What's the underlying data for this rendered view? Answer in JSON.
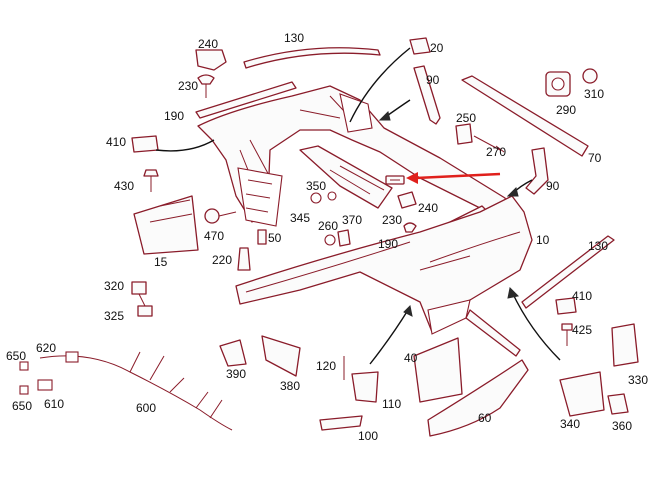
{
  "highlight_color": "#e0201c",
  "part_color": "#8a1c2a",
  "callouts": [
    {
      "id": "240a",
      "text": "240"
    },
    {
      "id": "130a",
      "text": "130"
    },
    {
      "id": "20",
      "text": "20"
    },
    {
      "id": "90a",
      "text": "90"
    },
    {
      "id": "290",
      "text": "290"
    },
    {
      "id": "310",
      "text": "310"
    },
    {
      "id": "230a",
      "text": "230"
    },
    {
      "id": "190a",
      "text": "190"
    },
    {
      "id": "250",
      "text": "250"
    },
    {
      "id": "270",
      "text": "270"
    },
    {
      "id": "70",
      "text": "70"
    },
    {
      "id": "410a",
      "text": "410"
    },
    {
      "id": "90b",
      "text": "90"
    },
    {
      "id": "430",
      "text": "430"
    },
    {
      "id": "350",
      "text": "350"
    },
    {
      "id": "345",
      "text": "345"
    },
    {
      "id": "240b",
      "text": "240"
    },
    {
      "id": "230b",
      "text": "230"
    },
    {
      "id": "370",
      "text": "370"
    },
    {
      "id": "260",
      "text": "260"
    },
    {
      "id": "470",
      "text": "470"
    },
    {
      "id": "50",
      "text": "50"
    },
    {
      "id": "190b",
      "text": "190"
    },
    {
      "id": "10",
      "text": "10"
    },
    {
      "id": "130b",
      "text": "130"
    },
    {
      "id": "220",
      "text": "220"
    },
    {
      "id": "15",
      "text": "15"
    },
    {
      "id": "320",
      "text": "320"
    },
    {
      "id": "410b",
      "text": "410"
    },
    {
      "id": "325",
      "text": "325"
    },
    {
      "id": "425",
      "text": "425"
    },
    {
      "id": "650a",
      "text": "650"
    },
    {
      "id": "620",
      "text": "620"
    },
    {
      "id": "390",
      "text": "390"
    },
    {
      "id": "120",
      "text": "120"
    },
    {
      "id": "40",
      "text": "40"
    },
    {
      "id": "380",
      "text": "380"
    },
    {
      "id": "330",
      "text": "330"
    },
    {
      "id": "650b",
      "text": "650"
    },
    {
      "id": "610",
      "text": "610"
    },
    {
      "id": "600",
      "text": "600"
    },
    {
      "id": "110",
      "text": "110"
    },
    {
      "id": "60",
      "text": "60"
    },
    {
      "id": "340",
      "text": "340"
    },
    {
      "id": "360",
      "text": "360"
    },
    {
      "id": "100",
      "text": "100"
    }
  ]
}
